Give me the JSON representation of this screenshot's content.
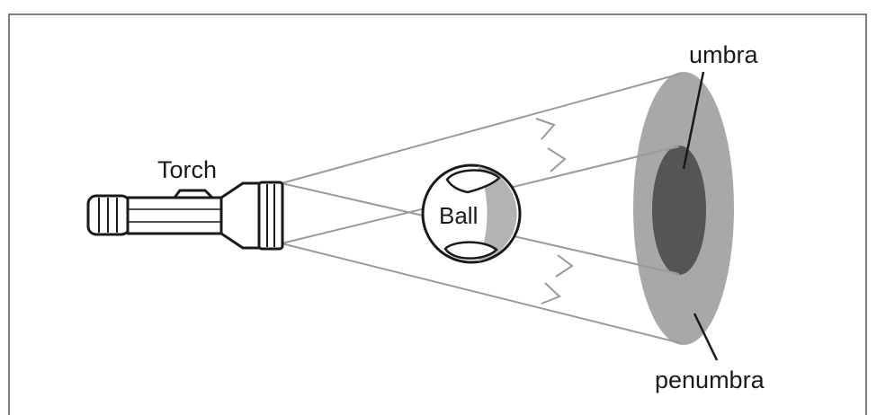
{
  "labels": {
    "torch": "Torch",
    "ball": "Ball",
    "umbra": "umbra",
    "penumbra": "penumbra"
  },
  "colors": {
    "frame": "#555555",
    "ray": "#9a9a9a",
    "penumbra": "#a8a8a8",
    "umbra": "#555555",
    "ball_shadow": "#b3b3b3",
    "outline": "#1a1a1a"
  }
}
